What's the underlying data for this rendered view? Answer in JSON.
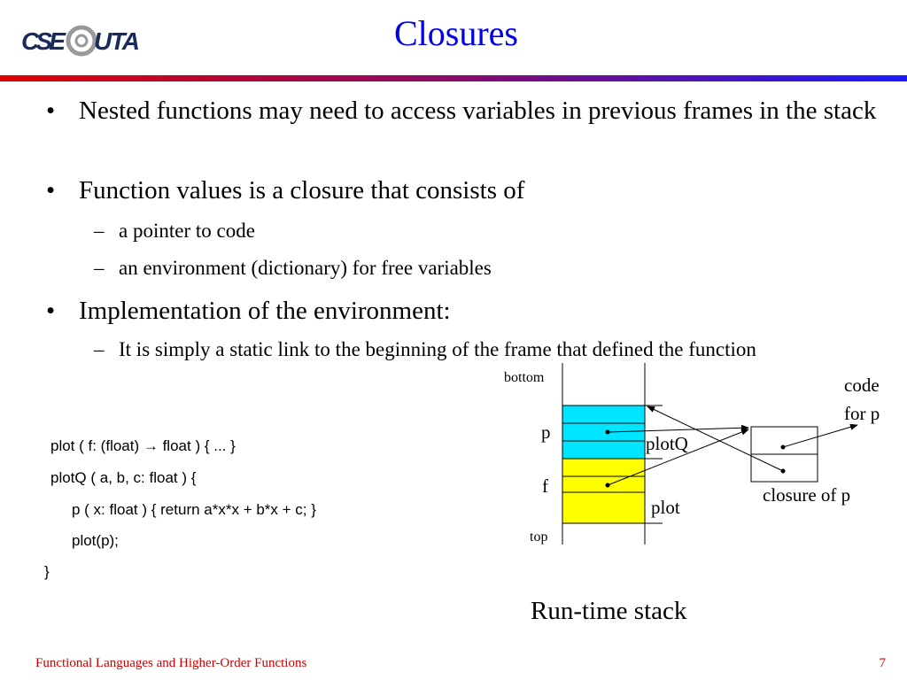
{
  "header": {
    "logo_text": "CSE@UTA",
    "title": "Closures"
  },
  "bullets": {
    "b1": "Nested functions may need to access variables in previous frames in the stack",
    "b2": "Function values is a closure that consists of",
    "b2_sub1": "a pointer to code",
    "b2_sub2": "an environment (dictionary) for free variables",
    "b3": "Implementation of the environment:",
    "b3_sub1": "It is simply a static link to the beginning of the frame that defined the function",
    "bullet_glyph": "•",
    "dash_glyph": "–"
  },
  "code": {
    "line1": "plot ( f: (float) → float ) { ... }",
    "line2": "plotQ ( a, b, c: float ) {",
    "line3": "p ( x: float ) { return a*x*x + b*x + c; }",
    "line4": "plot(p);",
    "line5": "}"
  },
  "diagram": {
    "bottom_label": "bottom",
    "top_label": "top",
    "p_label": "p",
    "f_label": "f",
    "plotq_label": "plotQ",
    "plot_label": "plot",
    "code_label_1": "code",
    "code_label_2": "for p",
    "closure_label": "closure of p",
    "caption": "Run-time stack",
    "frame_colors": {
      "plotq_frame": "#00e5ff",
      "plot_frame": "#ffff00"
    }
  },
  "footer": {
    "course": "Functional Languages and Higher-Order Functions",
    "page_number": "7"
  },
  "colors": {
    "title": "#0000e6",
    "footer": "#cc0000",
    "rule_red": "#e00000",
    "rule_blue": "#1a1aff"
  }
}
